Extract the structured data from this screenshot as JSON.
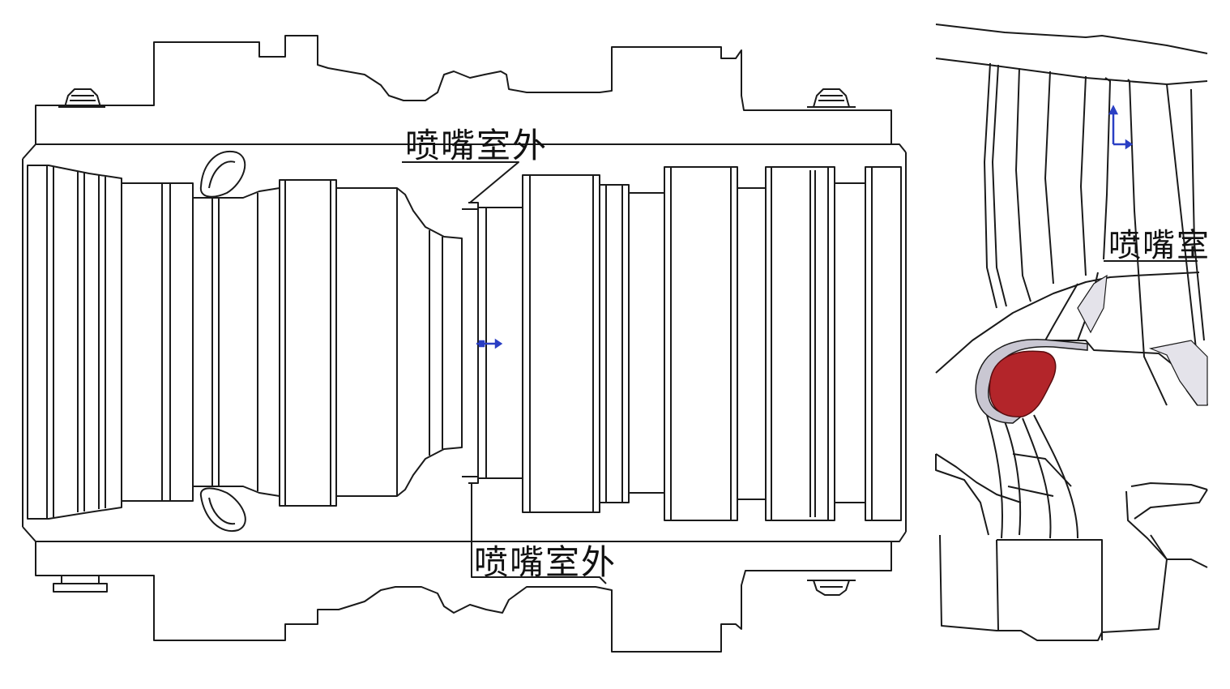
{
  "labels": {
    "nozzle_chamber_outer_top": "喷嘴室外",
    "nozzle_chamber_outer_bottom": "喷嘴室外",
    "nozzle_chamber_right": "喷嘴室"
  },
  "colors": {
    "line": "#1a1a1a",
    "highlight_red": "#b3252a",
    "grey_face": "#c9c7d2",
    "light_grey_face": "#e4e3ea",
    "axis_blue": "#2a3fc4"
  }
}
